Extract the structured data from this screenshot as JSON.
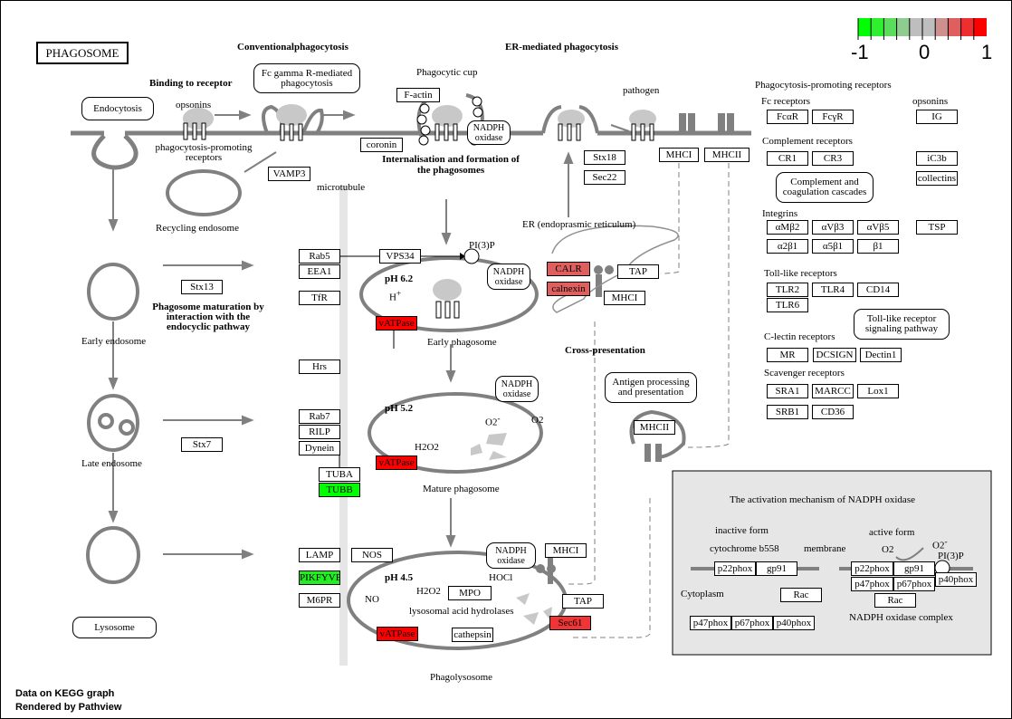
{
  "title": "PHAGOSOME",
  "legend": {
    "ticks": [
      "-1",
      "0",
      "1"
    ],
    "colors": [
      "#00ff00",
      "#2ef02e",
      "#5cdc5c",
      "#8fcc8f",
      "#bebebe",
      "#bebebe",
      "#ce8f8f",
      "#df5f5f",
      "#ef2f2f",
      "#ff0000"
    ]
  },
  "colors": {
    "up_strong": "#ff0000",
    "up_mid": "#df5f5f",
    "up_sec61": "#ef3535",
    "down_strong": "#00ff00",
    "down_mid": "#22ee22"
  },
  "headings": {
    "conventional": "Conventionalphagocytosis",
    "er_mediated": "ER-mediated phagocytosis",
    "binding": "Binding to receptor",
    "internalisation": "Internalisation and formation of the phagosomes",
    "maturation": "Phagosome maturation by interaction with the endocyclic pathway",
    "cross": "Cross-presentation"
  },
  "labels": {
    "opsonins": "opsonins",
    "receptors": "phagocytosis-promoting receptors",
    "recycling": "Recycling endosome",
    "microtubule": "microtubule",
    "cup": "Phagocytic cup",
    "pathogen": "pathogen",
    "er": "ER (endoprasmic reticulum)",
    "pi3p": "PI(3)P",
    "ph62": "pH 6.2",
    "hplus": "H",
    "early_ph": "Early phagosome",
    "ph52": "pH 5.2",
    "o2minus": "O2",
    "o2": "O2",
    "h2o2": "H2O2",
    "mature": "Mature phagosome",
    "ph45": "pH 4.5",
    "hocl": "HOCl",
    "h2o2b": "H2O2",
    "no": "NO",
    "hydrolases": "lysosomal acid hydrolases",
    "phagolysosome": "Phagolysosome",
    "early_endo": "Early endosome",
    "late_endo": "Late endosome"
  },
  "pathways": {
    "endocytosis": "Endocytosis",
    "fcgamma": "Fc gamma R-mediated phagocytosis",
    "complement": "Complement and coagulation cascades",
    "tlr": "Toll-like receptor signaling pathway",
    "antigen": "Antigen processing and presentation",
    "lysosome": "Lysosome",
    "nadph": "NADPH oxidase"
  },
  "receptor_panel": {
    "title": "Phagocytosis-promoting receptors",
    "fc": "Fc receptors",
    "opsonins": "opsonins",
    "complement": "Complement receptors",
    "integrins": "Integrins",
    "toll": "Toll-like receptors",
    "clectin": "C-lectin receptors",
    "scavenger": "Scavenger receptors"
  },
  "genes": {
    "coronin": "coronin",
    "vamp3": "VAMP3",
    "factin": "F-actin",
    "stx18": "Stx18",
    "sec22": "Sec22",
    "mhci_top": "MHCI",
    "mhcii_top": "MHCII",
    "fcar": "FcαR",
    "fcyr": "FcγR",
    "ig": "IG",
    "cr1": "CR1",
    "cr3": "CR3",
    "ic3b": "iC3b",
    "collectins": "collectins",
    "amb2": "αMβ2",
    "avb3": "αVβ3",
    "avb5": "αVβ5",
    "tsp": "TSP",
    "a2b1": "α2β1",
    "a5b1": "α5β1",
    "b1": "β1",
    "tlr2": "TLR2",
    "tlr4": "TLR4",
    "cd14": "CD14",
    "tlr6": "TLR6",
    "mr": "MR",
    "dcsign": "DCSIGN",
    "dectin1": "Dectin1",
    "sra1": "SRA1",
    "marcc": "MARCC",
    "lox1": "Lox1",
    "srb1": "SRB1",
    "cd36": "CD36",
    "rab5": "Rab5",
    "eea1": "EEA1",
    "tfr": "TfR",
    "hrs": "Hrs",
    "rab7": "Rab7",
    "rilp": "RILP",
    "dynein": "Dynein",
    "tuba": "TUBA",
    "tubb": "TUBB",
    "vps34": "VPS34",
    "calr": "CALR",
    "calnexin": "calnexin",
    "tap_er": "TAP",
    "mhci_er": "MHCI",
    "vatpase": "vATPase",
    "mhcii_mid": "MHCII",
    "stx13": "Stx13",
    "stx7": "Stx7",
    "lamp": "LAMP",
    "pikfyve": "PIKFYVE",
    "m6pr": "M6PR",
    "nos": "NOS",
    "mpo": "MPO",
    "mhci_bot": "MHCI",
    "tap_bot": "TAP",
    "sec61": "Sec61",
    "cathepsin": "cathepsin"
  },
  "nadph_panel": {
    "title": "The activation mechanism of NADPH oxidase",
    "inactive": "inactive form",
    "cytochrome": "cytochrome b558",
    "membrane": "membrane",
    "active": "active form",
    "o2": "O2",
    "o2minus": "O2",
    "pi3p": "PI(3)P",
    "cytoplasm": "Cytoplasm",
    "complex": "NADPH oxidase complex",
    "p22phox": "p22phox",
    "gp91": "gp91",
    "p47phox": "p47phox",
    "p67phox": "p67phox",
    "p40phox": "p40phox",
    "rac": "Rac"
  },
  "footer": {
    "line1": "Data on KEGG graph",
    "line2": "Rendered by Pathview"
  }
}
